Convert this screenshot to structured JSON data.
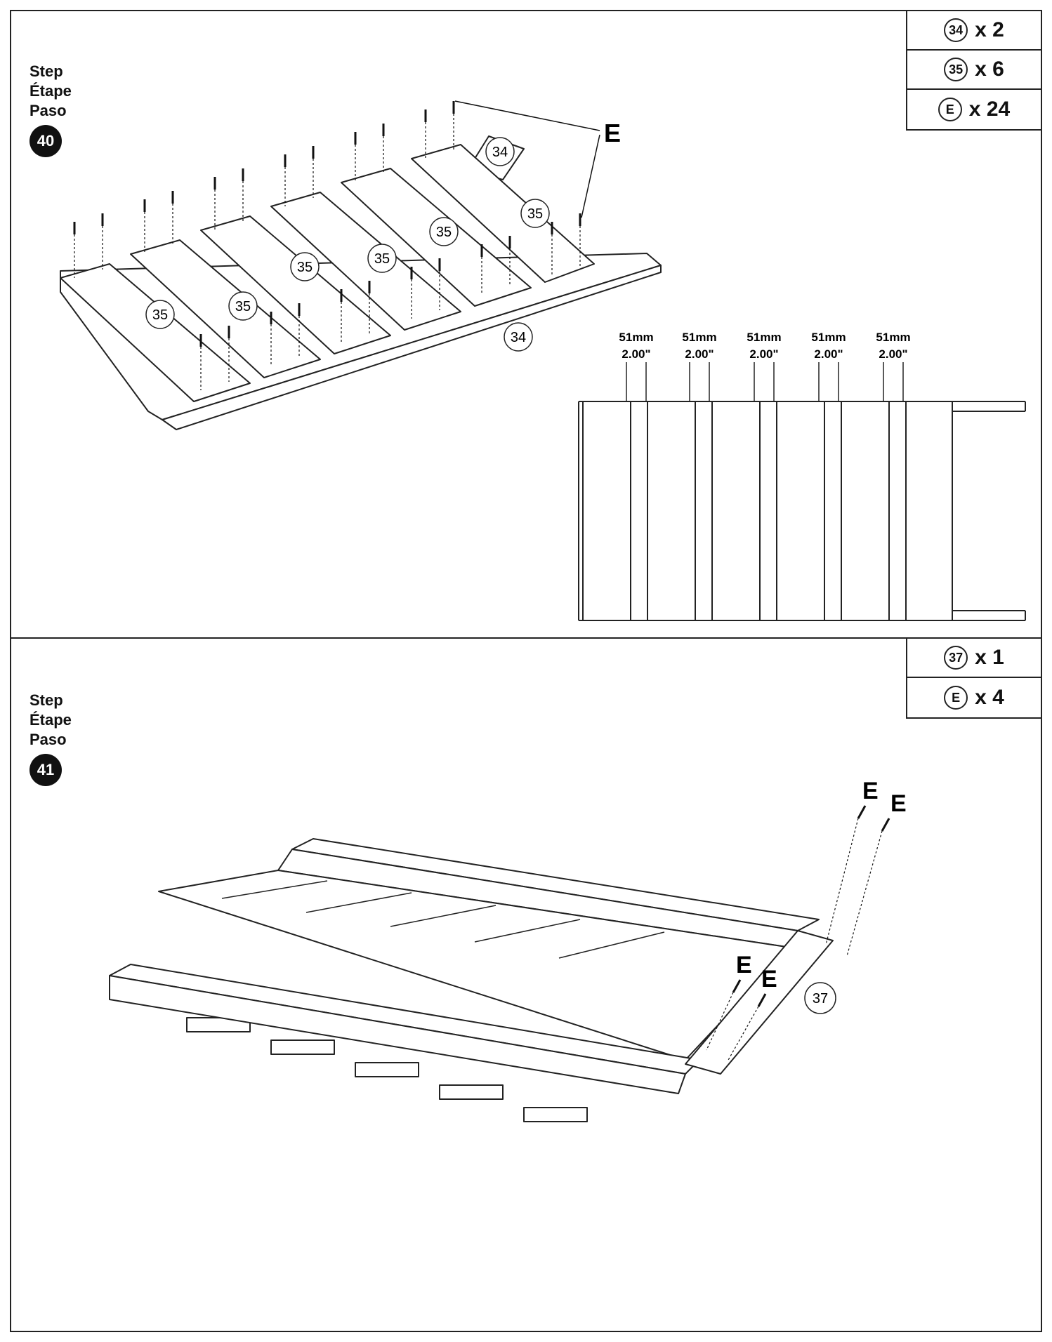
{
  "steps": [
    {
      "label_en": "Step",
      "label_fr": "Étape",
      "label_es": "Paso",
      "number": "40",
      "parts": [
        {
          "id": "34",
          "qty": "x 2"
        },
        {
          "id": "35",
          "qty": "x 6"
        },
        {
          "id": "E",
          "qty": "x 24"
        }
      ],
      "callouts": {
        "part_34": "34",
        "part_35": "35",
        "screw": "E"
      },
      "spacing": {
        "mm": "51mm",
        "in": "2.00\""
      }
    },
    {
      "label_en": "Step",
      "label_fr": "Étape",
      "label_es": "Paso",
      "number": "41",
      "parts": [
        {
          "id": "37",
          "qty": "x 1"
        },
        {
          "id": "E",
          "qty": "x 4"
        }
      ],
      "callouts": {
        "part_37": "37",
        "screw": "E"
      }
    }
  ]
}
